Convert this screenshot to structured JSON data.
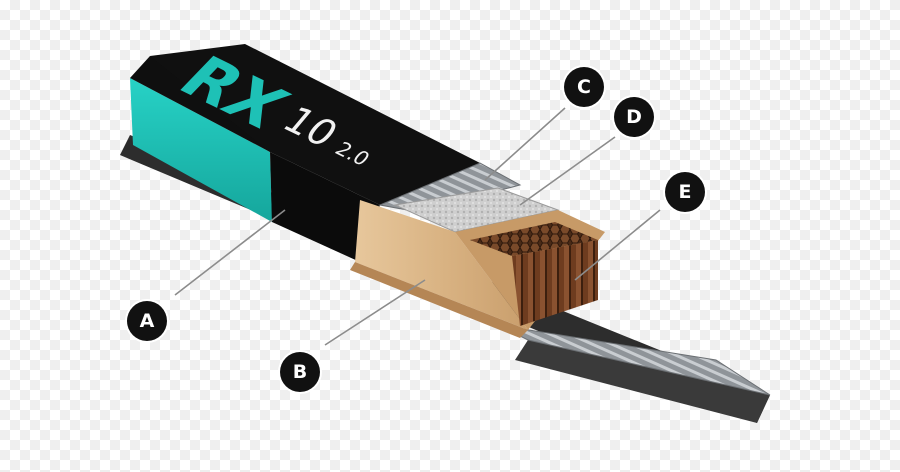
{
  "brand": {
    "logo_text": "RX",
    "model_number": "10",
    "model_version": "2.0"
  },
  "colors": {
    "teal": "#1ec1b6",
    "black_topsheet": "#0d0d0d",
    "wood_core": "#dcb98d",
    "honeycomb": "#7a4a2a",
    "fiberglass_layer": "#bdbdbd",
    "base": "#2a2a2a"
  },
  "callouts": [
    {
      "id": "A",
      "label": "A"
    },
    {
      "id": "B",
      "label": "B"
    },
    {
      "id": "C",
      "label": "C"
    },
    {
      "id": "D",
      "label": "D"
    },
    {
      "id": "E",
      "label": "E"
    }
  ]
}
